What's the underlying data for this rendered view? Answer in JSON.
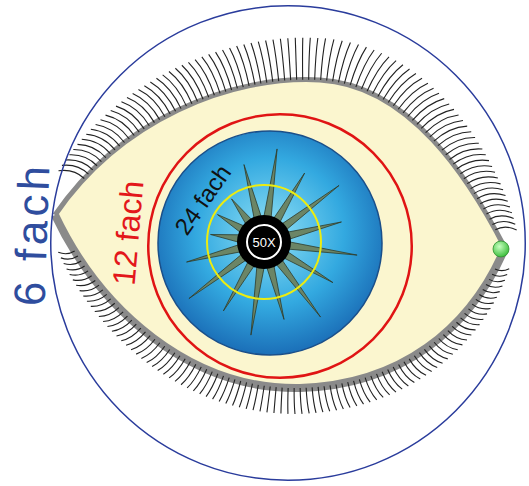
{
  "diagram": {
    "nodes": [
      {
        "text": [
          "6 fach"
        ]
      },
      {
        "text": [
          "12 fach"
        ],
        "in": 0
      },
      {
        "text": [
          "24 fach"
        ],
        "in": 1
      },
      {
        "text": [
          "50X"
        ],
        "in": 2
      }
    ]
  }
}
